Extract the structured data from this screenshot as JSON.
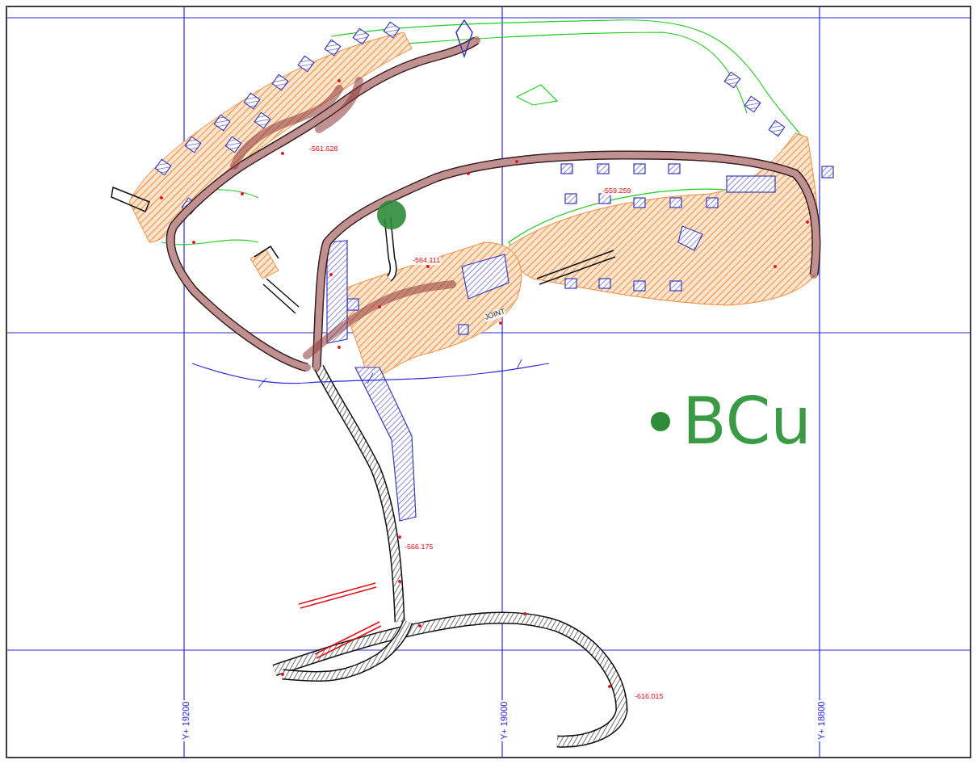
{
  "diagram": {
    "labels": [
      "Y+ 19200",
      "Y+ 19000",
      "Y+ 18800",
      "JOINT",
      "-559.259",
      "-561.628",
      "-564.111",
      "-566.175",
      "-616.015"
    ],
    "legend": [
      {
        "text": "BCu",
        "color": "#2e8b3a"
      }
    ]
  }
}
